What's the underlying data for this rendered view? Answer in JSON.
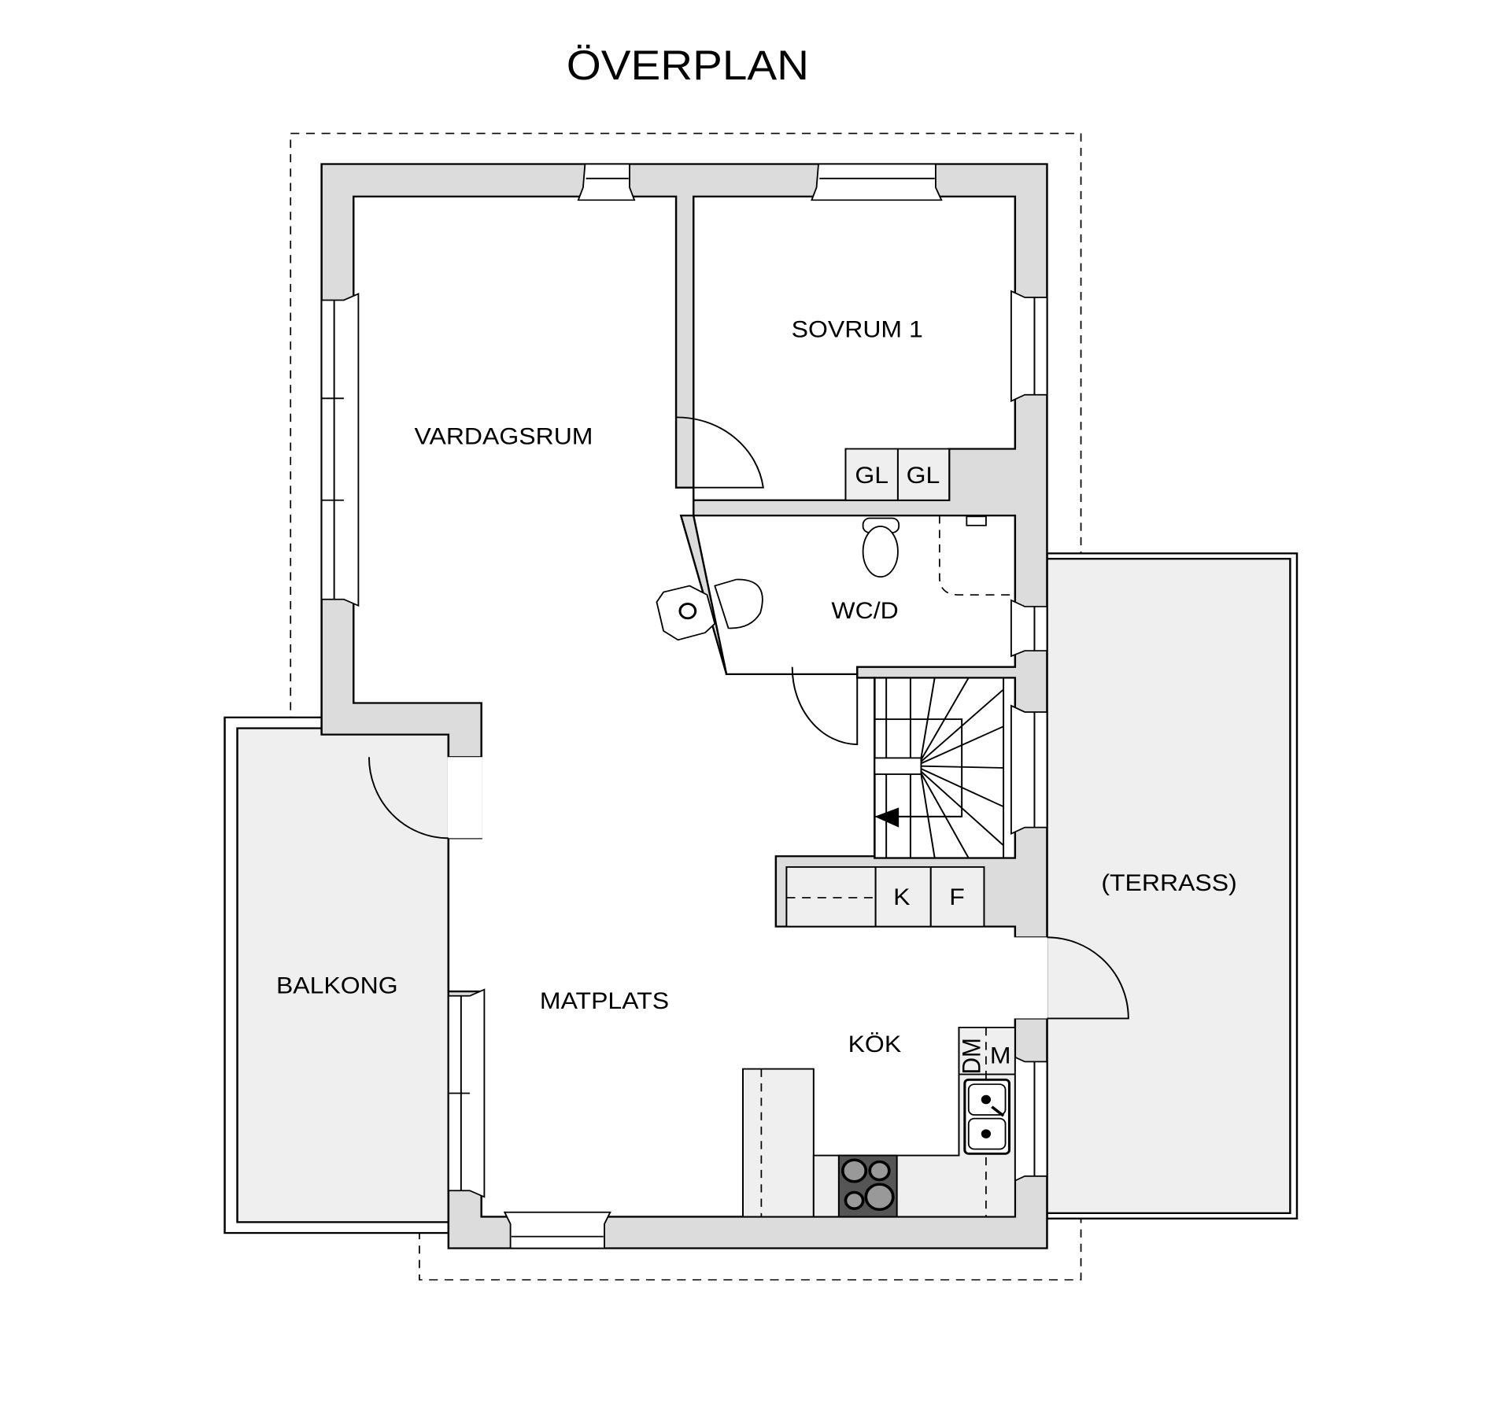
{
  "title": "ÖVERPLAN",
  "rooms": {
    "vardagsrum": "VARDAGSRUM",
    "sovrum1": "SOVRUM 1",
    "wcd": "WC/D",
    "balkong": "BALKONG",
    "matplats": "MATPLATS",
    "kok": "KÖK",
    "terrass": "(TERRASS)"
  },
  "fixtures": {
    "gl1": "GL",
    "gl2": "GL",
    "k": "K",
    "f": "F",
    "dm": "DM",
    "m": "M"
  },
  "colors": {
    "wall": "#dcdcdc",
    "exterior_area": "#efefef",
    "stove": "#555555"
  }
}
